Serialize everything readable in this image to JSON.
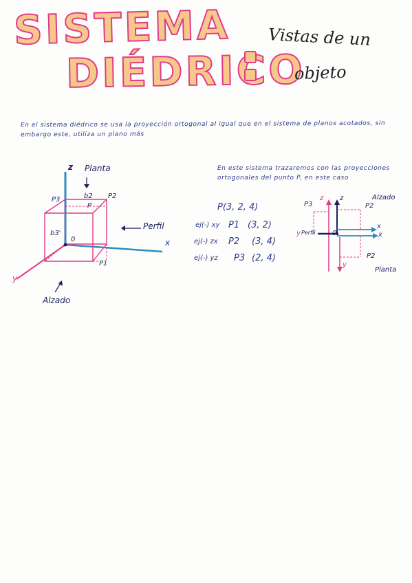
{
  "title": {
    "line1": "SISTEMA",
    "line2": "DIÉDRICO"
  },
  "subtitle": {
    "line1": "Vistas de un",
    "line2": "objeto"
  },
  "paragraph1": "En el sistema diédrico se usa la proyección ortogonal al igual que en el sistema de planos acotados, sin embargo este, utiliza un plano más",
  "paragraph2": "En este sistema trazaremos con las proyecciones ortogonales del punto P, en este caso",
  "diagram3d": {
    "axis_z": "z",
    "axis_x": "x",
    "axis_y": "y",
    "origin": "0",
    "planta_label": "Planta",
    "perfil_label": "Perfil",
    "alzado_label": "Alzado",
    "p1": "P1",
    "p2": "P2",
    "p3": "P3",
    "p": "P",
    "b2": "b2",
    "b3": "b3'"
  },
  "point": {
    "main": "P(3, 2, 4)",
    "rows": [
      {
        "label": "ej(-) xy",
        "name": "P1",
        "coords": "(3, 2)"
      },
      {
        "label": "ej(-) zx",
        "name": "P2",
        "coords": "(3, 4)"
      },
      {
        "label": "ej(-) yz",
        "name": "P3",
        "coords": "(2, 4)"
      }
    ]
  },
  "diagram2d": {
    "z1": "z",
    "z2": "z",
    "p3": "P3",
    "p2_top": "P2",
    "p2_bottom": "P2",
    "perfil": "Perfil",
    "origin": "0",
    "x1": "x",
    "x2": "x",
    "y_left": "y",
    "y_down": "y",
    "alzado": "Alzado",
    "planta": "Planta"
  },
  "colors": {
    "ink_blue": "#2d3a8c",
    "pink": "#e23a8a",
    "title_fill": "#f6c98a",
    "axis_blue": "#2a8fc0"
  }
}
